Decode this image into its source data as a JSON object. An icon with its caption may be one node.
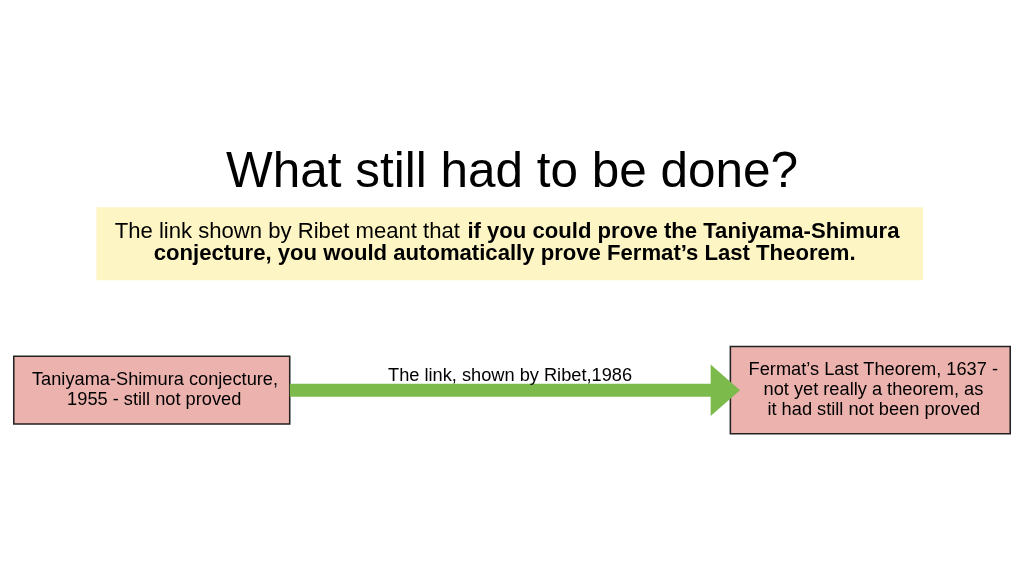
{
  "diagram": {
    "title": "What still had to be done?",
    "nodes": [
      {
        "text": [
          "The link shown by Ribet meant that **if you could prove the Taniyama-Shimura conjecture, you would automatically prove Fermat’s Last Theorem.**"
        ]
      },
      {
        "text": [
          "Taniyama-Shimura conjecture, 1955 - still not proved"
        ]
      },
      {
        "text": [
          "Fermat’s Last Theorem, 1637 - not yet really a theorem, as it had still not been proved"
        ]
      }
    ],
    "edges": [
      {
        "from": 1,
        "to": 2,
        "arrow": "to",
        "label": "The link, shown by Ribet,1986",
        "color": "#7dba4c"
      }
    ]
  }
}
